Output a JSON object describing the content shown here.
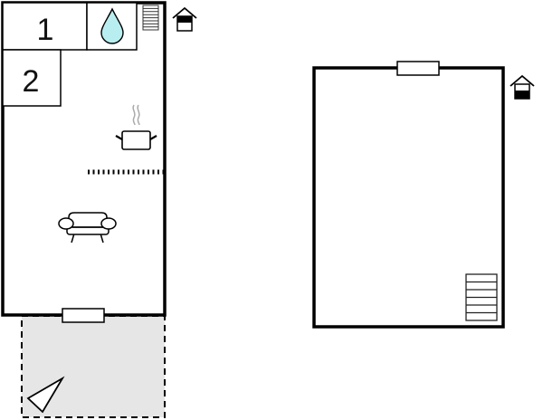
{
  "floorplan": {
    "ground_floor": {
      "rooms": [
        {
          "id": "bedroom-1",
          "label": "1"
        },
        {
          "id": "bedroom-2",
          "label": "2"
        }
      ],
      "icons": [
        "water-drop-icon",
        "stairs-icon",
        "entrance-icon",
        "cooking-pot-icon",
        "sofa-icon",
        "compass-icon"
      ],
      "terrace": "dashed-gray-area"
    },
    "upper_floor": {
      "icons": [
        "window-icon",
        "stairs-icon",
        "entrance-icon"
      ]
    },
    "colors": {
      "wall": "#000000",
      "water": "#b8eef0",
      "terrace": "#e6e6e6",
      "steam": "#aaaaaa"
    }
  }
}
